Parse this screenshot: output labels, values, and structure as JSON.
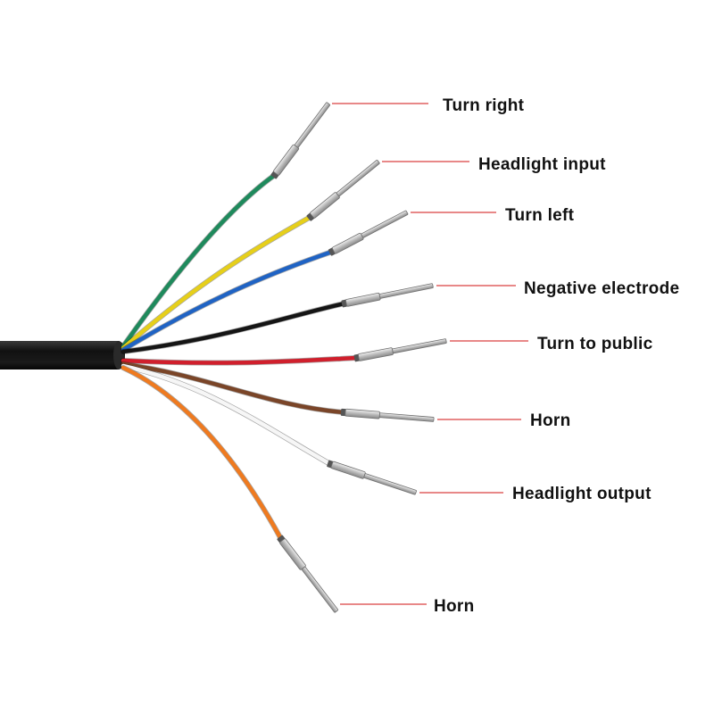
{
  "colors": {
    "leader": "#d94040",
    "cable": "#1c1c1c",
    "pin_metal": "#c9c9c9"
  },
  "wires": [
    {
      "label": "Turn right",
      "color": "#1e8a5c"
    },
    {
      "label": "Headlight input",
      "color": "#e6cf1a"
    },
    {
      "label": "Turn left",
      "color": "#1f63c4"
    },
    {
      "label": "Negative electrode",
      "color": "#151515"
    },
    {
      "label": "Turn to public",
      "color": "#d01f2c"
    },
    {
      "label": "Horn",
      "color": "#7a4528"
    },
    {
      "label": "Headlight output",
      "color": "#f6f6f6"
    },
    {
      "label": "Horn",
      "color": "#ef7a1f"
    }
  ]
}
